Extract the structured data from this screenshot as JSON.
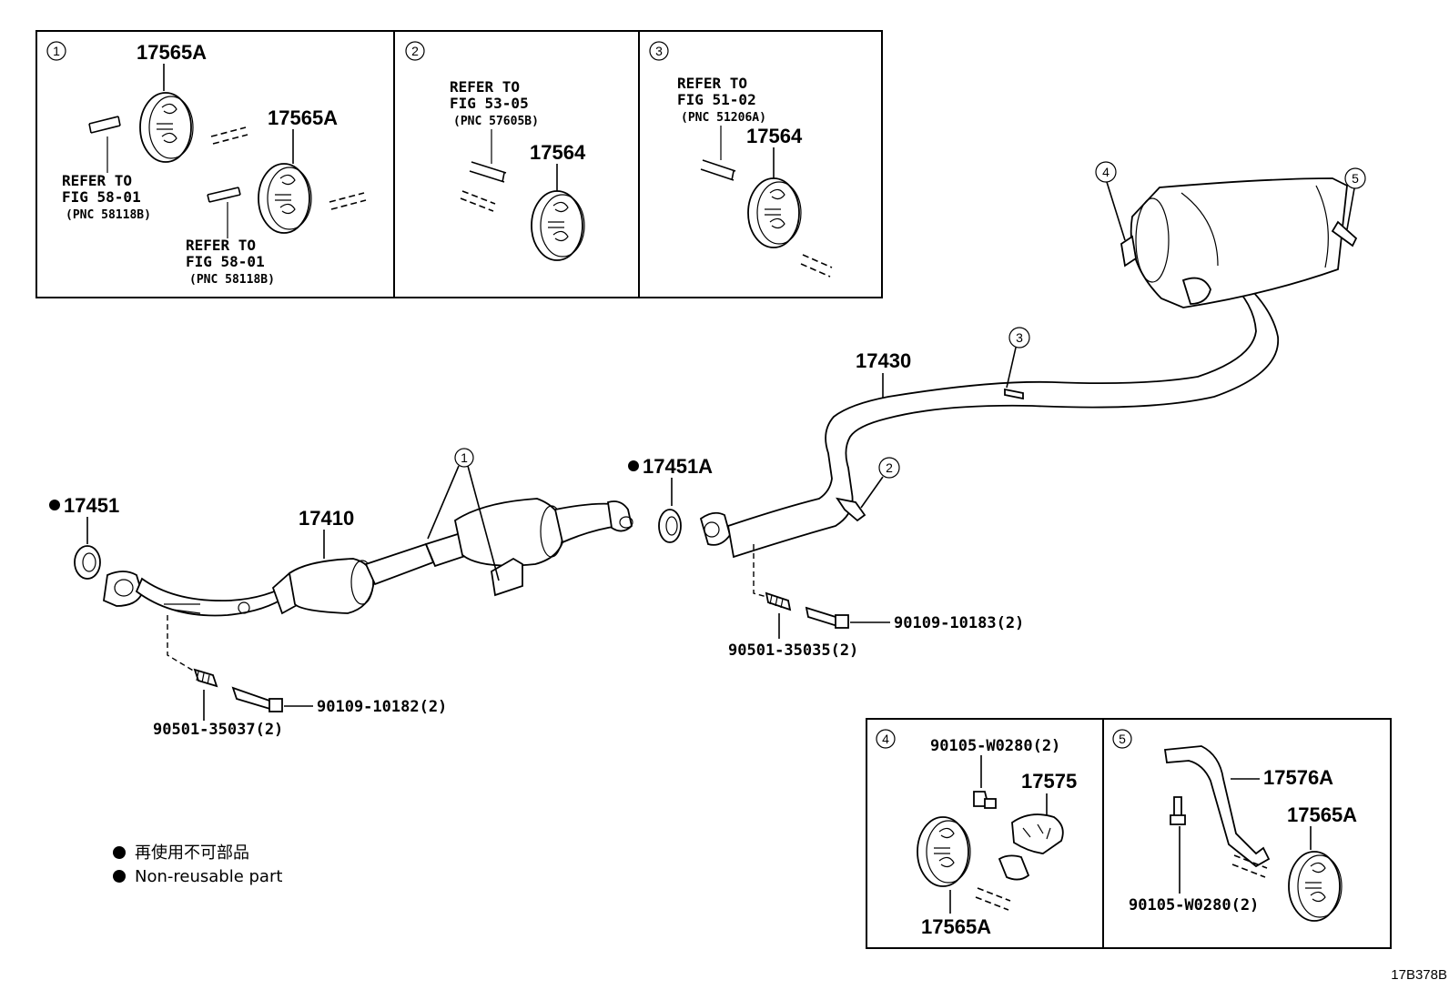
{
  "figure_code": "17B378B",
  "boxes": {
    "b1": {
      "num": "1",
      "parts": [
        "17565A",
        "17565A"
      ],
      "refs": [
        {
          "line1": "REFER TO",
          "line2": "FIG 58-01",
          "line3": "(PNC 58118B)"
        },
        {
          "line1": "REFER TO",
          "line2": "FIG 58-01",
          "line3": "(PNC 58118B)"
        }
      ]
    },
    "b2": {
      "num": "2",
      "part": "17564",
      "ref": {
        "line1": "REFER TO",
        "line2": "FIG 53-05",
        "line3": "(PNC 57605B)"
      }
    },
    "b3": {
      "num": "3",
      "part": "17564",
      "ref": {
        "line1": "REFER TO",
        "line2": "FIG 51-02",
        "line3": "(PNC 51206A)"
      }
    },
    "b4": {
      "num": "4",
      "bolt": "90105-W0280(2)",
      "bracket": "17575",
      "hanger": "17565A"
    },
    "b5": {
      "num": "5",
      "bracket": "17576A",
      "hanger": "17565A",
      "bolt": "90105-W0280(2)"
    }
  },
  "main": {
    "gasket_front": "17451",
    "front_pipe": "17410",
    "gasket_center": "17451A",
    "tail_pipe": "17430",
    "spring_front": "90501-35037(2)",
    "bolt_front": "90109-10182(2)",
    "spring_rear": "90501-35035(2)",
    "bolt_rear": "90109-10183(2)",
    "callouts": {
      "c1": "1",
      "c2": "2",
      "c3": "3",
      "c4": "4",
      "c5": "5"
    }
  },
  "legend": {
    "line_jp": "再使用不可部品",
    "line_en": "Non-reusable part"
  }
}
